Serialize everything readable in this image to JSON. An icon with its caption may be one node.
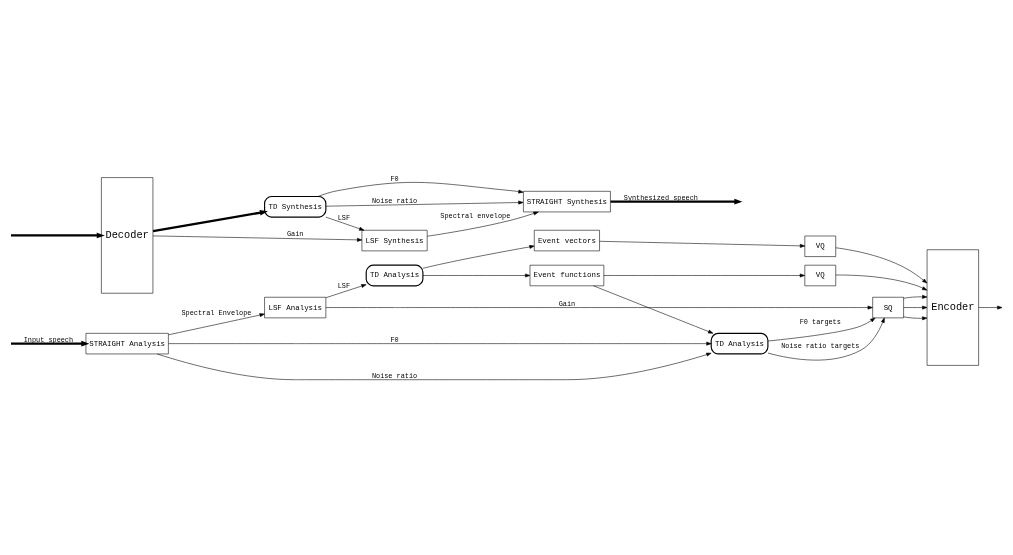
{
  "diagram": {
    "nodes": [
      {
        "text": [
          "STRAIGHT Analysis"
        ]
      },
      {
        "text": [
          "LSF Analysis"
        ]
      },
      {
        "text": [
          "TD Analysis"
        ]
      },
      {
        "text": [
          "Event vectors"
        ]
      },
      {
        "text": [
          "Event functions"
        ]
      },
      {
        "text": [
          "VQ"
        ]
      },
      {
        "text": [
          "VQ"
        ]
      },
      {
        "text": [
          "TD Analysis"
        ]
      },
      {
        "text": [
          "SQ"
        ]
      },
      {
        "text": [
          "Encoder"
        ]
      },
      {
        "text": [
          "Decoder"
        ]
      },
      {
        "text": [
          "TD Synthesis"
        ]
      },
      {
        "text": [
          "LSF Synthesis"
        ]
      },
      {
        "text": [
          "STRAIGHT Synthesis"
        ]
      }
    ],
    "edges": [
      {
        "from": null,
        "to": 0,
        "arrow": "to",
        "label": "Input speech",
        "style": "thick"
      },
      {
        "from": 0,
        "to": 1,
        "arrow": "to",
        "label": "Spectral Envelope"
      },
      {
        "from": 1,
        "to": 2,
        "arrow": "to",
        "label": "LSF"
      },
      {
        "from": 2,
        "to": 3,
        "arrow": "to"
      },
      {
        "from": 2,
        "to": 4,
        "arrow": "to"
      },
      {
        "from": 3,
        "to": 5,
        "arrow": "to"
      },
      {
        "from": 4,
        "to": 6,
        "arrow": "to"
      },
      {
        "from": 4,
        "to": 7,
        "arrow": "to"
      },
      {
        "from": 1,
        "to": 8,
        "arrow": "to",
        "label": "Gain"
      },
      {
        "from": 0,
        "to": 7,
        "arrow": "to",
        "label": "F0"
      },
      {
        "from": 0,
        "to": 7,
        "arrow": "to",
        "label": "Noise ratio"
      },
      {
        "from": 7,
        "to": 8,
        "arrow": "to",
        "label": "F0 targets"
      },
      {
        "from": 7,
        "to": 8,
        "arrow": "to",
        "label": "Noise ratio targets"
      },
      {
        "from": 5,
        "to": 9,
        "arrow": "to"
      },
      {
        "from": 6,
        "to": 9,
        "arrow": "to"
      },
      {
        "from": 8,
        "to": 9,
        "arrow": "to"
      },
      {
        "from": 8,
        "to": 9,
        "arrow": "to"
      },
      {
        "from": 8,
        "to": 9,
        "arrow": "to"
      },
      {
        "from": 9,
        "to": null,
        "arrow": "to"
      },
      {
        "from": null,
        "to": 10,
        "arrow": "to",
        "style": "thick"
      },
      {
        "from": 10,
        "to": 11,
        "arrow": "to",
        "style": "thick"
      },
      {
        "from": 11,
        "to": 12,
        "arrow": "to",
        "label": "LSF"
      },
      {
        "from": 10,
        "to": 12,
        "arrow": "to",
        "label": "Gain"
      },
      {
        "from": 12,
        "to": 13,
        "arrow": "to",
        "label": "Spectral envelope"
      },
      {
        "from": 11,
        "to": 13,
        "arrow": "to",
        "label": "F0"
      },
      {
        "from": 11,
        "to": 13,
        "arrow": "to",
        "label": "Noise ratio"
      },
      {
        "from": 13,
        "to": null,
        "arrow": "to",
        "label": "Synthesized speech",
        "style": "thick"
      }
    ]
  }
}
